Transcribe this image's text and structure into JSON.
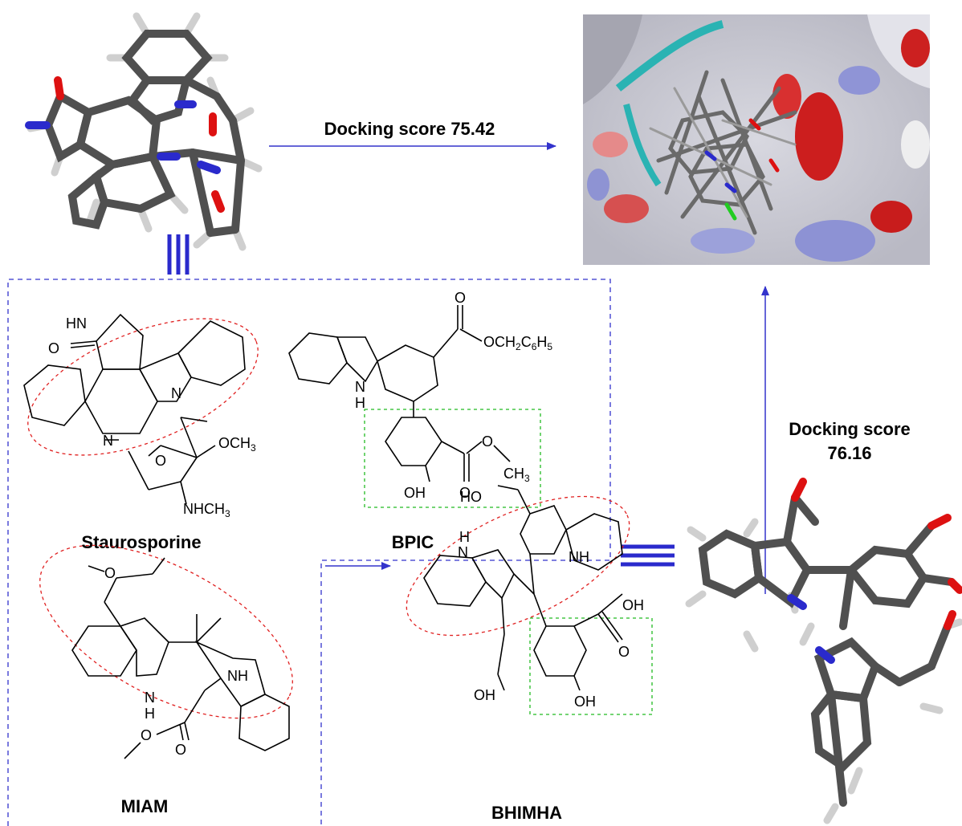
{
  "arrows": {
    "top_label": "Docking score 75.42",
    "right_label_line1": "Docking score",
    "right_label_line2": "76.16"
  },
  "compounds": {
    "staurosporine": {
      "name": "Staurosporine",
      "atoms": {
        "nh": "HN",
        "o": "O",
        "n1": "N",
        "n2": "N",
        "o_ring": "O",
        "och3": "OCH",
        "och3_sub": "3",
        "nhch3": "NHCH",
        "nhch3_sub": "3"
      }
    },
    "bpic": {
      "name": "BPIC",
      "atoms": {
        "n": "N",
        "h": "H",
        "o_top": "O",
        "ester": "OCH",
        "ester_sub1": "2",
        "ester_mid": "C",
        "ester_sub2": "6",
        "ester_end": "H",
        "ester_sub3": "5",
        "oh": "OH",
        "o_bot": "O",
        "o_me": "O",
        "ch3": "CH",
        "ch3_sub": "3"
      }
    },
    "miam": {
      "name": "MIAM",
      "atoms": {
        "o_top": "O",
        "nh_left": "N",
        "h_left": "H",
        "nh_right": "NH",
        "o_ester": "O",
        "o_carbonyl": "O"
      }
    },
    "bhimha": {
      "name": "BHIMHA",
      "atoms": {
        "ho_top": "HO",
        "nh_right": "NH",
        "n_left": "N",
        "h_left": "H",
        "oh_bottom": "OH",
        "oh_acid": "OH",
        "o_acid": "O",
        "oh_ring": "OH"
      }
    }
  },
  "colors": {
    "arrow": "#3333cc",
    "dashed_box": "#3333cc",
    "red_ellipse": "#e02020",
    "green_box": "#22bb22",
    "carbon": "#555555",
    "hydrogen": "#cfcfcf",
    "nitrogen": "#2a2acc",
    "oxygen": "#dd1111"
  },
  "icons": {
    "top_model": "3d-stick-model-staurosporine",
    "right_model": "3d-stick-model-bhimha",
    "docking_view": "protein-surface-docking-view",
    "identity_symbol": "triple-bar-equivalence"
  }
}
